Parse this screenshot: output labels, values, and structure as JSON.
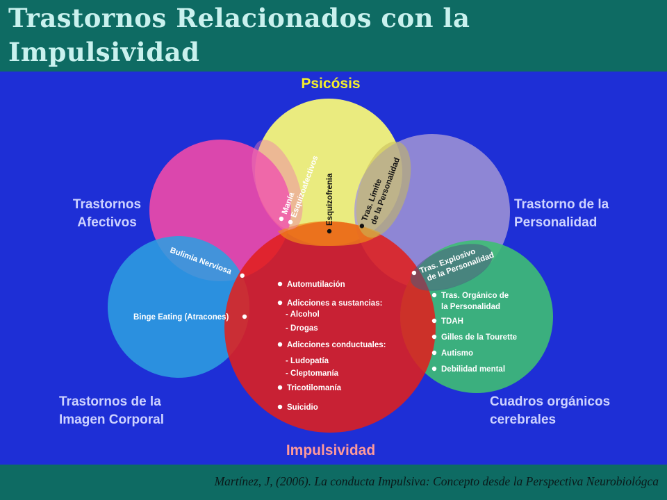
{
  "title": {
    "line1": "Trastornos Relacionados con la",
    "line2": "Impulsividad"
  },
  "diagram": {
    "circles": {
      "psicosis": {
        "label": "Psicósis",
        "color": "#f6f57a"
      },
      "personalidad": {
        "label_lines": [
          "Trastorno de la",
          "Personalidad"
        ],
        "color": "#a79ad4"
      },
      "afectivos": {
        "label_lines": [
          "Trastornos",
          "Afectivos"
        ],
        "color": "#ef4aa9"
      },
      "imagen_corporal": {
        "label_lines": [
          "Trastornos de la",
          "Imagen Corporal"
        ],
        "color": "#2e9ee0"
      },
      "organicos": {
        "label_lines": [
          "Cuadros orgánicos",
          "cerebrales"
        ],
        "color": "#3ebe74"
      },
      "impulsividad": {
        "label": "Impulsividad",
        "color": "#e0201e"
      }
    },
    "overlaps": {
      "mania": [
        "Manía",
        "Esquizoafectivos"
      ],
      "esquizofrenia": "Esquizofrenia",
      "limite": [
        "Tras. Límite",
        "de la Personalidad"
      ],
      "explosivo": [
        "Tras. Explosivo",
        "de la Personalidad"
      ],
      "bulimia": "Bulimia Nerviosa",
      "binge": "Binge Eating (Atracones)"
    },
    "impulsividad_items": [
      "Automutilación",
      "Adicciones a sustancias:",
      "- Alcohol",
      "- Drogas",
      "Adicciones conductuales:",
      "- Ludopatía",
      "- Cleptomanía",
      "Tricotilomanía",
      "Suicidio"
    ],
    "organicos_items": [
      "Tras. Orgánico de",
      "la Personalidad",
      "TDAH",
      "Gilles de la Tourette",
      "Autismo",
      "Debilidad mental"
    ]
  },
  "citation": "Martínez, J, (2006). La conducta Impulsiva: Concepto desde la Perspectiva Neurobiológca"
}
